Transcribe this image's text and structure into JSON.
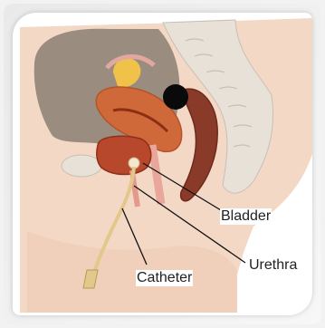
{
  "labels": {
    "bladder": "Bladder",
    "urethra": "Urethra",
    "catheter": "Catheter"
  },
  "colors": {
    "skin": "#f4d8c6",
    "skin_shadow": "#e8bfa8",
    "cavity": "#9a8d80",
    "uterus": "#d0693a",
    "rectum": "#8a3a28",
    "bladder": "#b8482c",
    "spine": "#e7e1d8",
    "catheter": "#e2c88a",
    "line": "#111111"
  }
}
